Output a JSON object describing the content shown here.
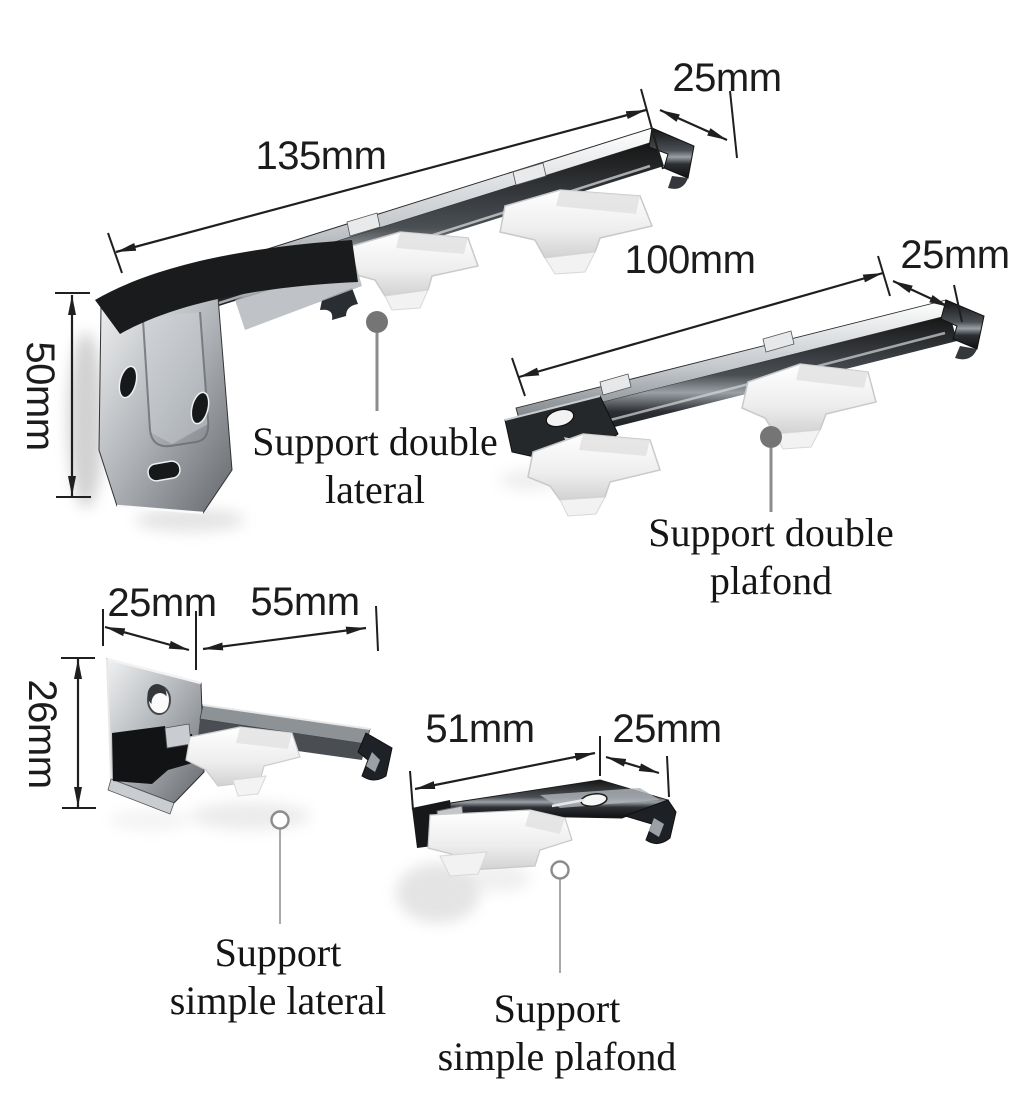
{
  "diagram": {
    "background_color": "#ffffff",
    "ink_color": "#1c1c1e",
    "callout_dot_color": "#757575",
    "metal_highlight_color": "#e8eaec",
    "metal_dark_color": "#17181a",
    "figures": [
      {
        "name": "support-double-lateral",
        "caption_line1": "Support double",
        "caption_line2": "lateral",
        "dimensions": {
          "length": "135mm",
          "depth": "25mm",
          "height": "50mm"
        }
      },
      {
        "name": "support-double-plafond",
        "caption_line1": "Support double",
        "caption_line2": "plafond",
        "dimensions": {
          "length": "100mm",
          "depth": "25mm"
        }
      },
      {
        "name": "support-simple-lateral",
        "caption_line1": "Support",
        "caption_line2": "simple lateral",
        "dimensions": {
          "depth": "25mm",
          "length": "55mm",
          "height": "26mm"
        }
      },
      {
        "name": "support-simple-plafond",
        "caption_line1": "Support",
        "caption_line2": "simple plafond",
        "dimensions": {
          "length": "51mm",
          "depth": "25mm"
        }
      }
    ]
  }
}
